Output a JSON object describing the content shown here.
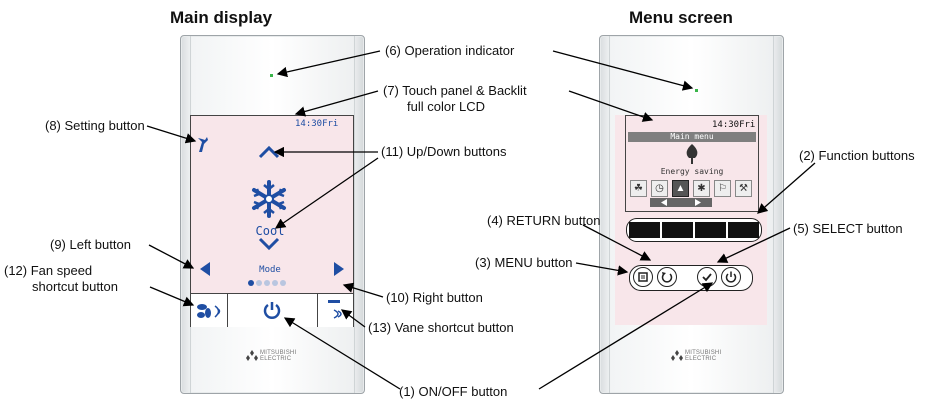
{
  "titles": {
    "main": "Main display",
    "menu": "Menu screen"
  },
  "callouts": {
    "operation_indicator": "(6) Operation indicator",
    "touch_panel_1": "(7) Touch panel & Backlit",
    "touch_panel_2": "full color LCD",
    "setting": "(8) Setting button",
    "updown": "(11) Up/Down buttons",
    "function": "(2) Function buttons",
    "return": "(4) RETURN button",
    "select": "(5) SELECT button",
    "left": "(9) Left button",
    "menu": "(3) MENU button",
    "fan_1": "(12) Fan speed",
    "fan_2": "shortcut button",
    "right": "(10) Right button",
    "vane": "(13) Vane shortcut button",
    "onoff": "(1) ON/OFF button"
  },
  "main_screen": {
    "time": "14:30Fri",
    "mode_value": "Cool",
    "mode_label": "Mode"
  },
  "menu_screen": {
    "time": "14:30Fri",
    "header": "Main menu",
    "item": "Energy saving"
  },
  "brand": {
    "line1": "MITSUBISHI",
    "line2": "ELECTRIC"
  },
  "colors": {
    "screen": "#f8e6ea",
    "icon_blue": "#1f4ea3",
    "led": "#39b54a"
  },
  "icons": [
    "wrench-icon",
    "snowflake-icon",
    "chevron-up-icon",
    "chevron-down-icon",
    "triangle-left-icon",
    "triangle-right-icon",
    "power-icon",
    "fan-icon",
    "vane-icon",
    "return-icon",
    "check-icon",
    "menu-icon",
    "energy-saving-icon"
  ]
}
